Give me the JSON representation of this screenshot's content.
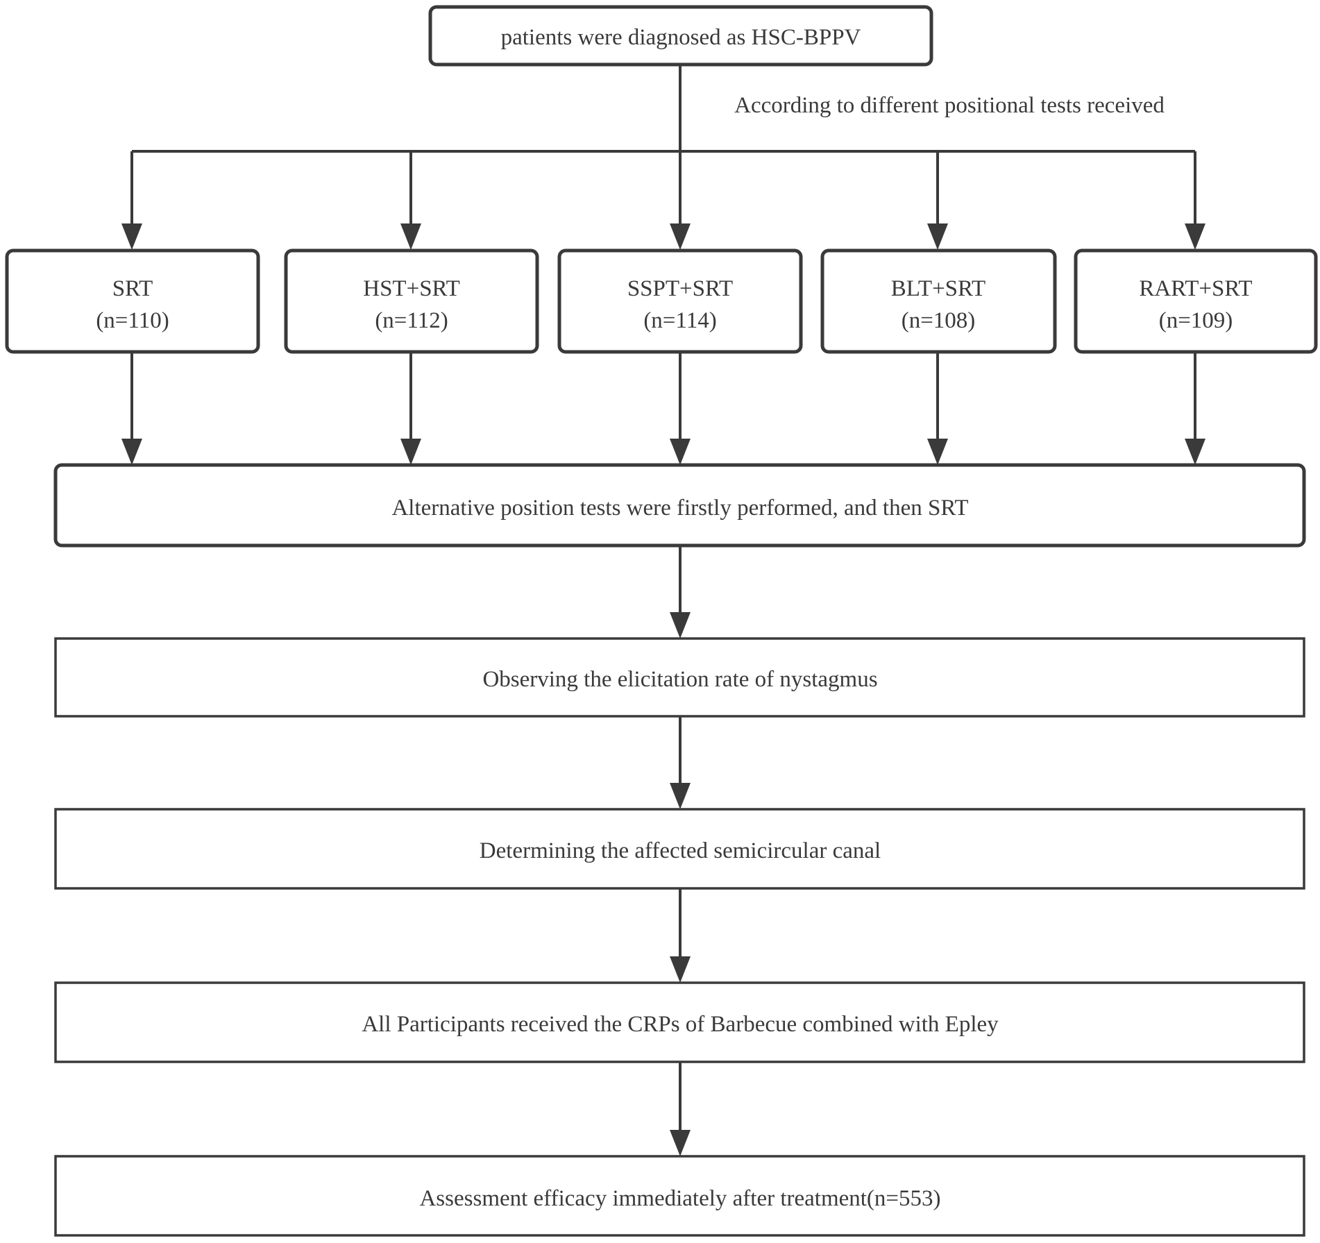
{
  "diagram": {
    "top": {
      "label": "patients were diagnosed as HSC-BPPV"
    },
    "split_note": "According to different positional tests received",
    "groups": [
      {
        "label": "SRT",
        "n": "(n=110)"
      },
      {
        "label": "HST+SRT",
        "n": "(n=112)"
      },
      {
        "label": "SSPT+SRT",
        "n": "(n=114)"
      },
      {
        "label": "BLT+SRT",
        "n": "(n=108)"
      },
      {
        "label": "RART+SRT",
        "n": "(n=109)"
      }
    ],
    "steps": [
      "Alternative position tests were firstly performed, and then SRT",
      "Observing the elicitation rate of nystagmus",
      "Determining the affected semicircular canal",
      "All Participants received the CRPs of Barbecue combined with Epley",
      "Assessment efficacy immediately after treatment(n=553)"
    ]
  }
}
